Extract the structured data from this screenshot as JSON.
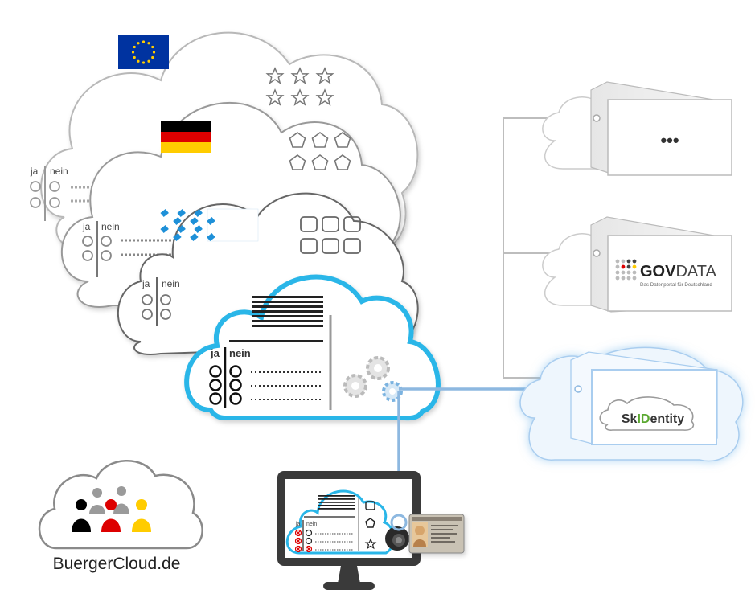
{
  "cloud_labels": {
    "yes": "ja",
    "no": "nein"
  },
  "server_more": {
    "label": "•••"
  },
  "govdata": {
    "title_bold": "GOV",
    "title_rest": "DATA",
    "subtitle": "Das Datenportal für Deutschland"
  },
  "skidentity": {
    "part1": "Sk",
    "part2": "ID",
    "part3": "entity",
    "accent_color": "#5aa830"
  },
  "brand": {
    "name": "BuergerCloud.de"
  },
  "colors": {
    "eu_blue": "#0033a0",
    "eu_gold": "#ffcc00",
    "de_black": "#000000",
    "de_red": "#dd0000",
    "de_gold": "#ffcc00",
    "bavaria_blue": "#1e90d8",
    "active_cloud": "#29b6e8",
    "connector": "#8db8e0"
  }
}
